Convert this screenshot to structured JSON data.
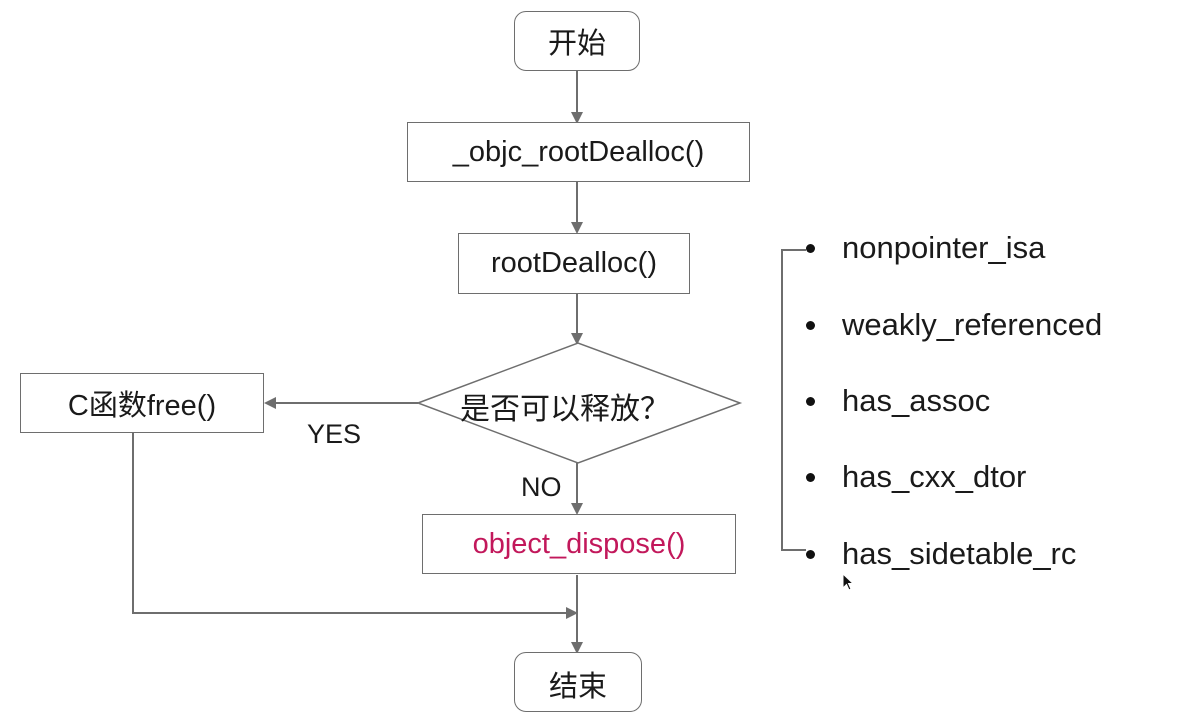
{
  "flowchart": {
    "start": "开始",
    "objc_root_dealloc": "_objc_rootDealloc()",
    "root_dealloc": "rootDealloc()",
    "decision": "是否可以释放？",
    "free_call": "C函数free()",
    "object_dispose": "object_dispose()",
    "end": "结束",
    "yes_label": "YES",
    "no_label": "NO"
  },
  "conditions": [
    "nonpointer_isa",
    "weakly_referenced",
    "has_assoc",
    "has_cxx_dtor",
    "has_sidetable_rc"
  ],
  "colors": {
    "accent": "#c2185b",
    "line": "#6e6e6e"
  }
}
